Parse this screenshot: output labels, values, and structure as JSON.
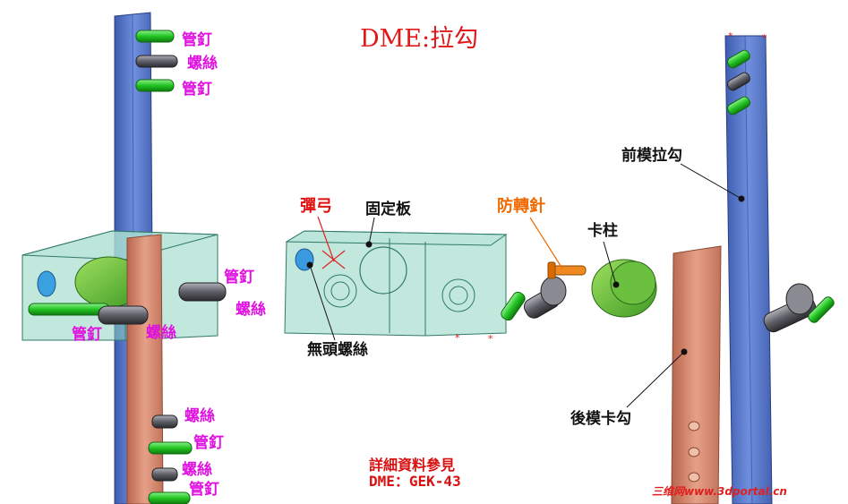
{
  "title": "DME:拉勾",
  "left_assembly": {
    "labels": {
      "pin_1": "管釘",
      "screw_1": "螺絲",
      "pin_2": "管釘",
      "pin_3": "管釘",
      "screw_2": "螺絲",
      "pin_4": "管釘",
      "screw_3": "螺絲",
      "screw_4": "螺絲",
      "pin_5": "管釘",
      "screw_5": "螺絲",
      "pin_6": "管釘"
    }
  },
  "center_assembly": {
    "labels": {
      "spring": "彈弓",
      "fixed_plate": "固定板",
      "anti_rotation_pin": "防轉針",
      "latch_post": "卡柱",
      "headless_screw": "無頭螺絲"
    }
  },
  "right_assembly": {
    "labels": {
      "front_mold_puller": "前模拉勾",
      "rear_mold_latch": "後模卡勾"
    }
  },
  "reference": {
    "line1": "詳細資料參見",
    "line2": "DME：GEK-43"
  },
  "watermark": "三维网www.3dportal.cn",
  "colors": {
    "blue_bar": "#5a78c8",
    "copper_bar": "#d98a6c",
    "translucent_block": "#8fd4c0",
    "green_pin": "#22c422",
    "grey_screw": "#6a6a70",
    "label_magenta": "#e010e0",
    "label_red": "#e01010",
    "label_orange": "#f06a00"
  }
}
